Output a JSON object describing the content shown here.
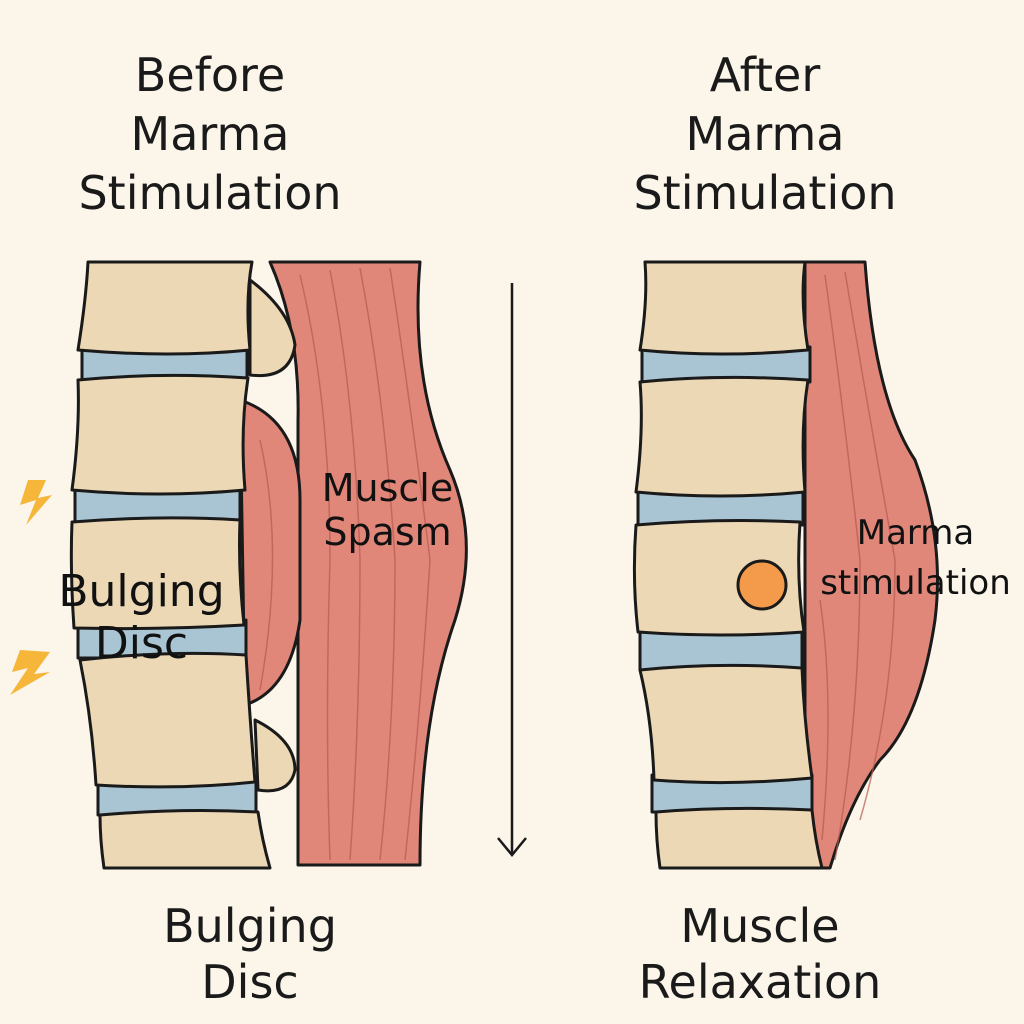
{
  "left": {
    "title": "Before\nMarma\nStimulation",
    "disc_label": "Bulging\nDisc",
    "muscle_label": "Muscle\nSpasm",
    "bottom_label": "Bulging\nDisc"
  },
  "right": {
    "title": "After\nMarma\nStimulation",
    "point_label": "Marma\nstimulation",
    "bottom_label": "Muscle\nRelaxation"
  },
  "colors": {
    "background": "#fbf5ea",
    "bone": "#ecd8b4",
    "disc": "#a9c4d2",
    "muscle": "#e0877a",
    "marma_point": "#f39a4b",
    "pain": "#f5b63a"
  }
}
